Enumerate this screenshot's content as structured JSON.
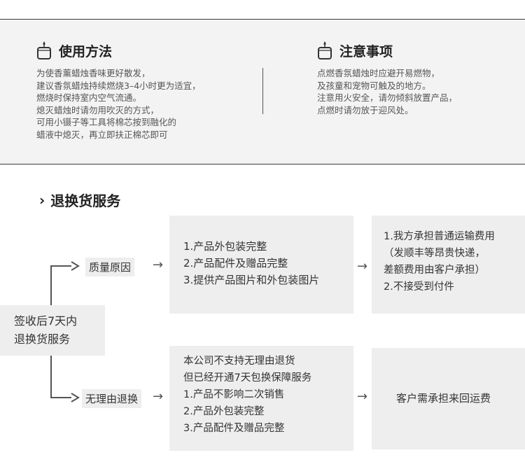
{
  "usage": {
    "title": "使用方法",
    "icon": "candle-icon",
    "text": "为使香薰蜡烛香味更好散发，\n建议香氛蜡烛持续燃烧3–4小时更为适宜，\n燃烧时保持室内空气流通。\n熄灭蜡烛时请勿用吹灭的方式，\n可用小镊子等工具将棉芯按到融化的\n蜡液中熄灭，再立即扶正棉芯即可"
  },
  "notes": {
    "title": "注意事项",
    "icon": "candle-icon",
    "text": "点燃香氛蜡烛时应避开易燃物，\n及孩童和宠物可触及的地方。\n注意用火安全，请勿倾斜放置产品，\n点燃时请勿放于迎风处。"
  },
  "returns": {
    "title_prefix": "›",
    "title": "退换货服务",
    "root_label": "签收后7天内\n退换货服务",
    "quality": {
      "label": "质量原因",
      "conditions": "1.产品外包装完整\n2.产品配件及赠品完整\n3.提供产品图片和外包装图片",
      "result": "1.我方承担普通运输费用\n（发顺丰等昂贵快递，\n差额费用由客户承担）\n2.不接受到付件"
    },
    "no_reason": {
      "label": "无理由退换",
      "conditions": "本公司不支持无理由退货\n但已经开通7天包换保障服务\n1.产品不影响二次销售\n2.产品外包装完整\n3.产品配件及赠品完整",
      "result": "客户需承担来回运费"
    },
    "arrow_glyph": "→"
  }
}
